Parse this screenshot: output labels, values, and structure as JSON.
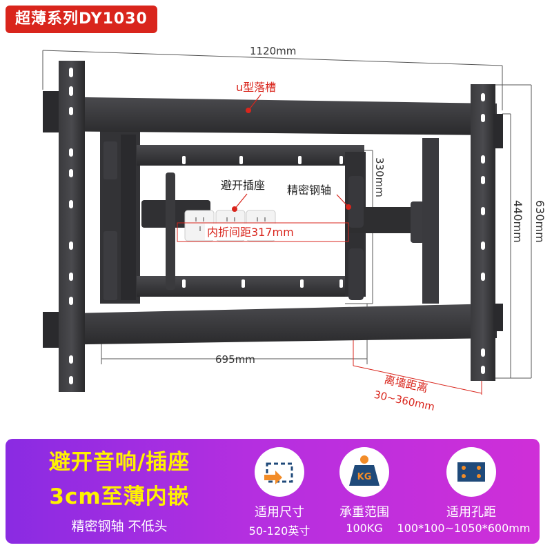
{
  "title": "超薄系列DY1030",
  "dimensions": {
    "total_width": "1120mm",
    "total_height": "630mm",
    "rail_height": "440mm",
    "arm_height": "330mm",
    "arm_width": "695mm",
    "fold_spacing": "内折间距317mm"
  },
  "callouts": {
    "u_slot": "u型落槽",
    "avoid_socket": "避开插座",
    "precision_shaft": "精密钢轴",
    "wall_distance_label": "离墙距离",
    "wall_distance_value": "30~360mm"
  },
  "banner": {
    "headline_1": "避开音响/插座",
    "headline_2": "3cm至薄内嵌",
    "subline": "精密钢轴 不低头",
    "features": [
      {
        "icon": "size-frame-icon",
        "label": "适用尺寸",
        "value": "50-120英寸"
      },
      {
        "icon": "weight-kg-icon",
        "label": "承重范围",
        "value": "100KG",
        "badge": "KG"
      },
      {
        "icon": "hole-pattern-icon",
        "label": "适用孔距",
        "value": "100*100~1050*600mm"
      }
    ]
  },
  "colors": {
    "accent_red": "#d9251c",
    "bracket_dark": "#2e2e30",
    "banner_purple": "#8a2be2",
    "banner_magenta": "#cf2fd8",
    "headline_yellow": "#fff200"
  }
}
